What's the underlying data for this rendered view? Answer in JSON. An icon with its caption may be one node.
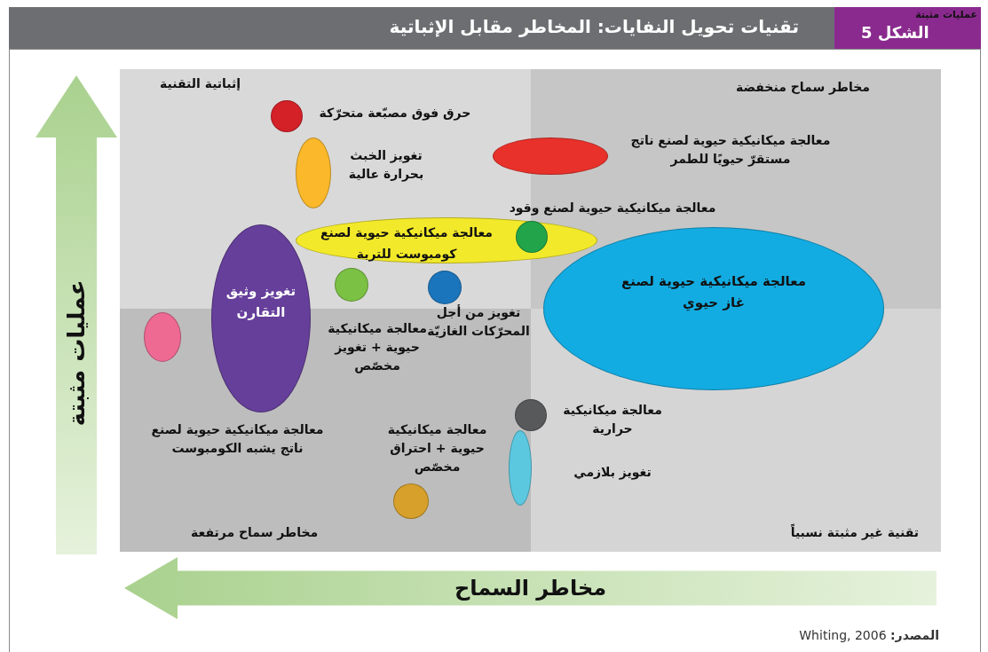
{
  "diagram": {
    "title": "تقنيات تحويل النفايات: المخاطر مقابل الإثباتية",
    "caption": "**المصدر:** Whiting, 2006",
    "nodes": [
      {
        "text": [
          "عمليات مثبتة"
        ]
      },
      {
        "text": [],
        "shape": "circle",
        "beside": [
          "حرق فوق مصبّعة متحرّكة"
        ]
      },
      {
        "text": [],
        "shape": "ellipse",
        "beside": [
          "معالجة ميكانيكية حيوية لصنع ناتج مستقرّ حيويًا للطمر"
        ]
      },
      {
        "text": [],
        "shape": "ellipse",
        "beside": [
          "تغويز الخبث بحرارة عالية"
        ]
      },
      {
        "text": [
          "معالجة ميكانيكية حيوية لصنع كومبوست للتربة"
        ]
      },
      {
        "text": [],
        "shape": "circle",
        "beside": [
          "معالجة ميكانيكية حيوية لصنع وقود"
        ],
        "in": 4
      },
      {
        "text": [
          "معالجة ميكانيكية حيوية لصنع غاز حيوي"
        ]
      },
      {
        "text": [
          "تغويز وثيق التقارن"
        ]
      },
      {
        "text": [],
        "shape": "circle",
        "beside": [
          "معالجة ميكانيكية حيوية + تغويز مخصّص"
        ]
      },
      {
        "text": [],
        "shape": "circle",
        "beside": [
          "تغويز من أجل المحرّكات الغازيّة"
        ]
      },
      {
        "text": [],
        "shape": "ellipse"
      },
      {
        "text": [],
        "shape": "circle",
        "beside": [
          "معالجة ميكانيكية حرارية"
        ]
      },
      {
        "text": [],
        "shape": "circle",
        "beside": [
          "معالجة ميكانيكية حيوية + احتراق مخصّص"
        ]
      },
      {
        "text": [],
        "shape": "ellipse",
        "beside": [
          "تغويز بلازمي"
        ]
      },
      {
        "text": [
          "مخاطر السماح"
        ]
      }
    ],
    "labels": [
      "الشكل 5",
      "عمليات مثبتة",
      "إثباتية التقنية",
      "مخاطر سماح منخفضة",
      "معالجة ميكانيكية حيوية لصنع ناتج يشبه الكومبوست",
      "مخاطر سماح مرتفعة",
      "تقنية غير مثبتة نسبياً"
    ]
  }
}
